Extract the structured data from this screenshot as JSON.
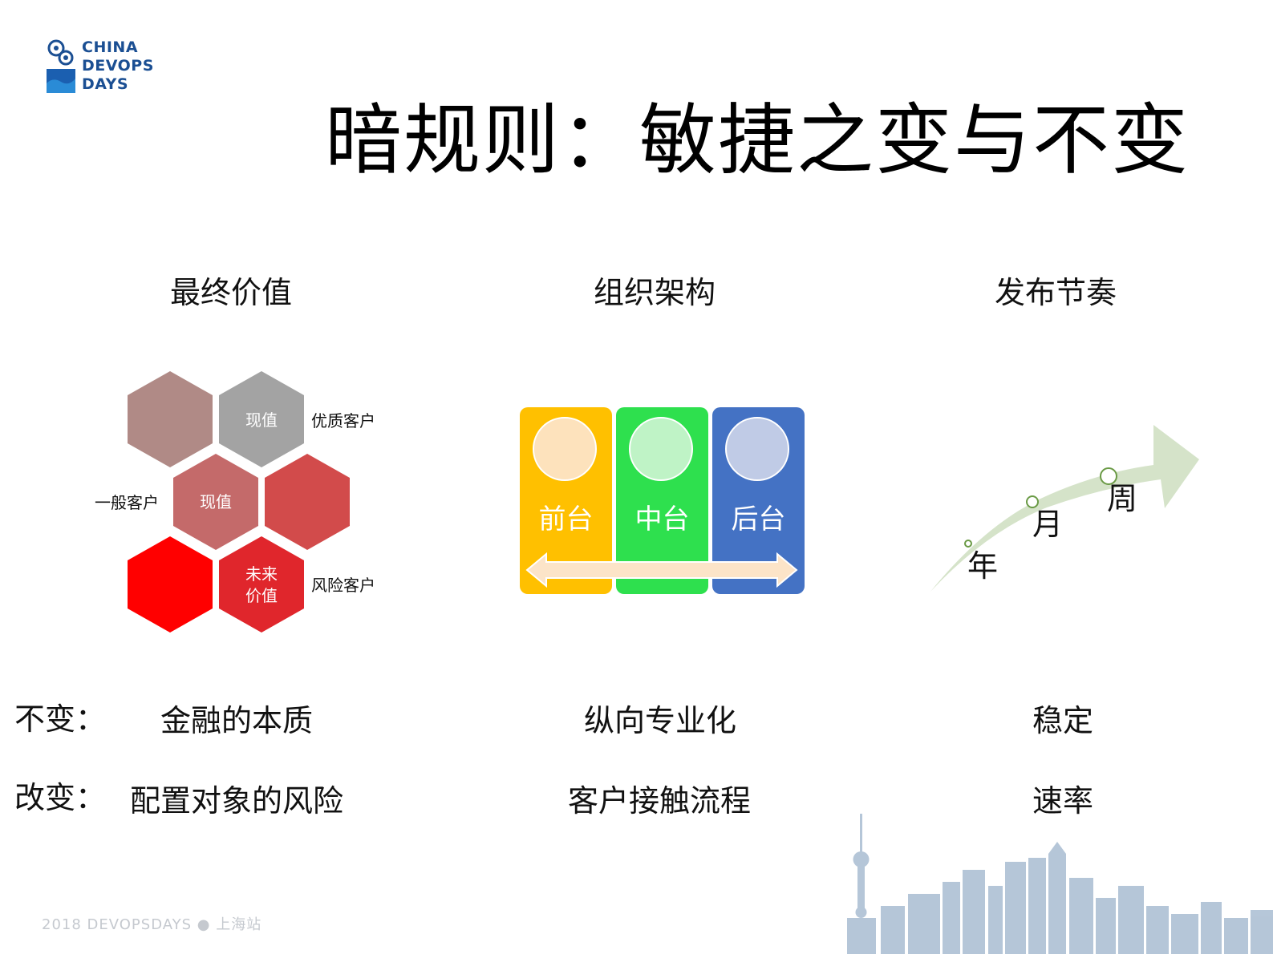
{
  "logo": {
    "lines": [
      "CHINA",
      "DEVOPS",
      "DAYS"
    ]
  },
  "title": "暗规则：敏捷之变与不变",
  "columns": {
    "value": {
      "title": "最终价值"
    },
    "org": {
      "title": "组织架构"
    },
    "release": {
      "title": "发布节奏"
    }
  },
  "hex": {
    "labels": {
      "current1": "现值",
      "current2": "现值",
      "future": [
        "未来",
        "价值"
      ]
    },
    "side_labels": {
      "quality": "优质客户",
      "general": "一般客户",
      "risk": "风险客户"
    },
    "colors": {
      "mauve": "#b08a86",
      "gray": "#a3a3a3",
      "rose": "#c46a6a",
      "redsoft": "#d24b4b",
      "red": "#ff0000",
      "crimson": "#e0262c"
    }
  },
  "org_panels": [
    {
      "label": "前台",
      "color": "#ffc000",
      "circle": "#fde2bc"
    },
    {
      "label": "中台",
      "color": "#2ee04e",
      "circle": "#bff3c6"
    },
    {
      "label": "后台",
      "color": "#4472c4",
      "circle": "#c0cbe6"
    }
  ],
  "release": {
    "points": [
      "年",
      "月",
      "周"
    ]
  },
  "rows": {
    "unchanged": {
      "label": "不变：",
      "values": [
        "金融的本质",
        "纵向专业化",
        "稳定"
      ]
    },
    "changed": {
      "label": "改变：",
      "values": [
        "配置对象的风险",
        "客户接触流程",
        "速率"
      ]
    }
  },
  "footer": "2018 DEVOPSDAYS ● 上海站"
}
